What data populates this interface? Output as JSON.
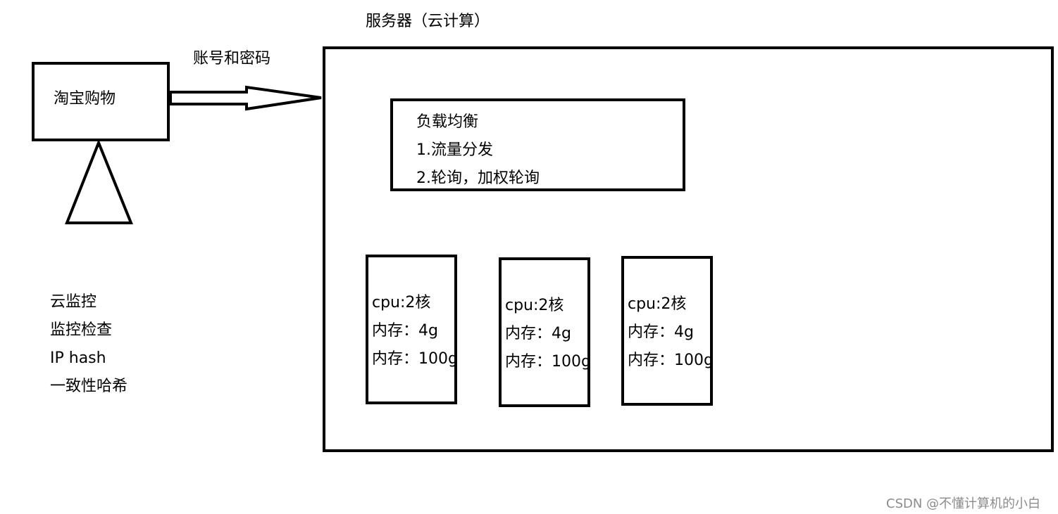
{
  "server": {
    "title": "服务器（云计算）"
  },
  "client": {
    "label": "淘宝购物"
  },
  "arrow": {
    "label": "账号和密码"
  },
  "load_balancer": {
    "lines": [
      "负载均衡",
      "1.流量分发",
      "2.轮询，加权轮询"
    ]
  },
  "servers": [
    {
      "lines": [
        "cpu:2核",
        "内存：4g",
        "内存：100g"
      ]
    },
    {
      "lines": [
        "cpu:2核",
        "内存：4g",
        "内存：100g"
      ]
    },
    {
      "lines": [
        "cpu:2核",
        "内存：4g",
        "内存：100g"
      ]
    }
  ],
  "notes": {
    "lines": [
      "云监控",
      "监控检查",
      "IP hash",
      "一致性哈希"
    ]
  },
  "watermark": "CSDN @不懂计算机的小白"
}
